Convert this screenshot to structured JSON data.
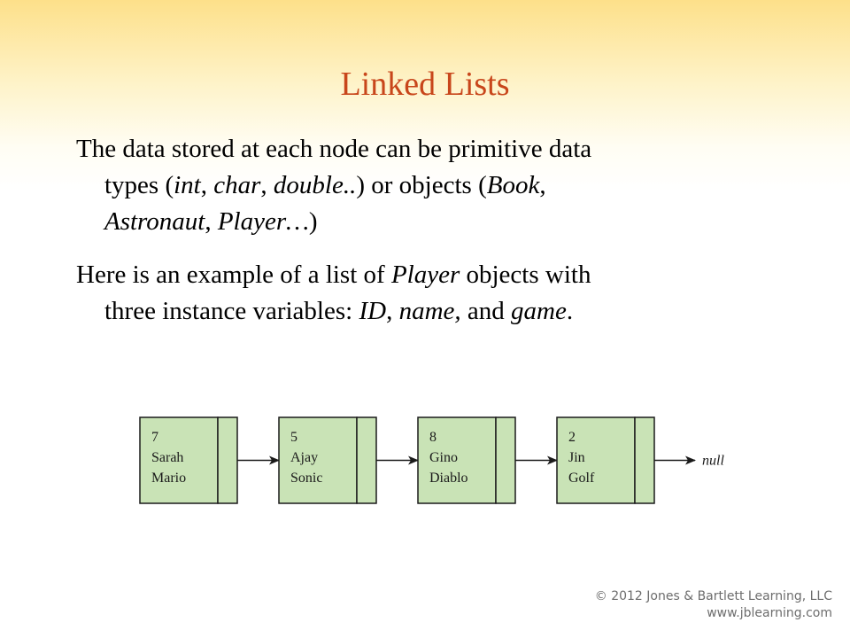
{
  "title": "Linked Lists",
  "paragraph1": {
    "t1": "The data stored at each node can be primitive data",
    "t2": "types (",
    "int": "int",
    "t3": ", ",
    "char": "char",
    "t4": ", ",
    "double": "double..",
    "t5": ") or objects (",
    "book": "Book",
    "t6": ",",
    "astronaut": "Astronaut",
    "t7": ", ",
    "player": "Player…",
    "t8": ")"
  },
  "paragraph2": {
    "t1": "Here is an example of a list of ",
    "player": "Player",
    "t2": " objects with",
    "t3": "three instance variables: ",
    "id": "ID",
    "t4": ", ",
    "name": "name,",
    "t5": " and ",
    "game": "game",
    "t6": "."
  },
  "diagram": {
    "nodes": [
      {
        "id": "7",
        "name": "Sarah",
        "game": "Mario"
      },
      {
        "id": "5",
        "name": "Ajay",
        "game": "Sonic"
      },
      {
        "id": "8",
        "name": "Gino",
        "game": "Diablo"
      },
      {
        "id": "2",
        "name": "Jin",
        "game": "Golf"
      }
    ],
    "null_label": "null",
    "node_fill": "#c9e3b6",
    "node_stroke": "#1a1a1a"
  },
  "footer": {
    "copyright": "© 2012 Jones & Bartlett Learning, LLC",
    "url": "www.jblearning.com"
  }
}
